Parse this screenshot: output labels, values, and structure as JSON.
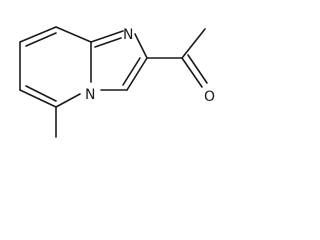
{
  "molecule": {
    "atoms": [
      {
        "element": "N",
        "label": "N",
        "role": "imidazole nitrogen"
      },
      {
        "element": "N",
        "label": "N",
        "role": "bridgehead nitrogen"
      },
      {
        "element": "O",
        "label": "O",
        "role": "carbonyl oxygen"
      }
    ]
  },
  "colors": {
    "bond": "#1a1a1a",
    "background": "#ffffff"
  }
}
